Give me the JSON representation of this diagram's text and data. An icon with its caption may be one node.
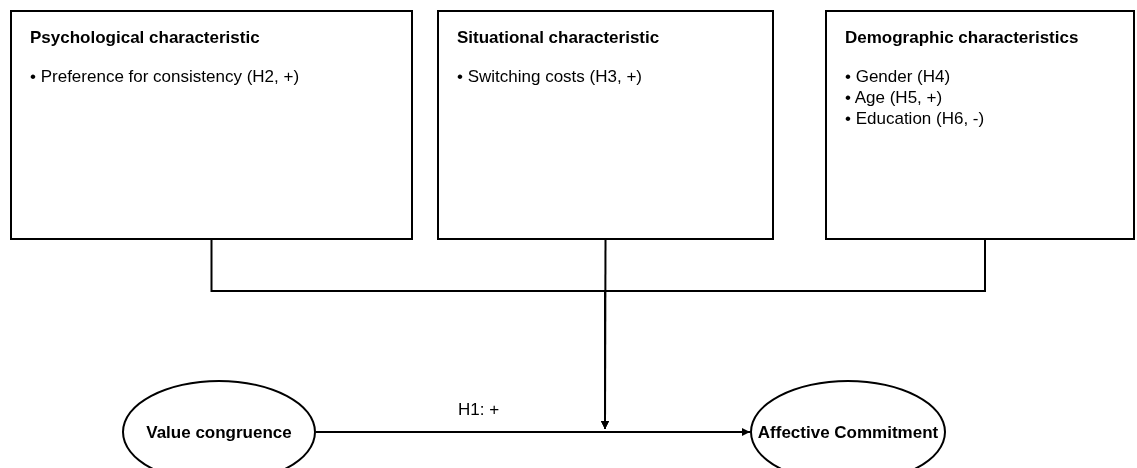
{
  "diagram": {
    "nodes": [
      {
        "text": [
          "Psychological characteristic",
          "• Preference for consistency (H2, +)"
        ]
      },
      {
        "text": [
          "Situational characteristic",
          "• Switching costs (H3, +)"
        ]
      },
      {
        "text": [
          "Demographic characteristics",
          "• Gender (H4)",
          "• Age (H5, +)",
          "• Education (H6, -)"
        ]
      },
      {
        "text": [
          "Value congruence"
        ]
      },
      {
        "text": [
          "Affective Commitment"
        ]
      }
    ],
    "edges": [
      {
        "from": 3,
        "to": 4,
        "arrow": "to",
        "label": "H1: +"
      },
      {
        "from": 0,
        "to": null,
        "arrow": "to"
      },
      {
        "from": 1,
        "to": null,
        "arrow": "to"
      },
      {
        "from": 2,
        "to": null,
        "arrow": "to"
      }
    ]
  }
}
